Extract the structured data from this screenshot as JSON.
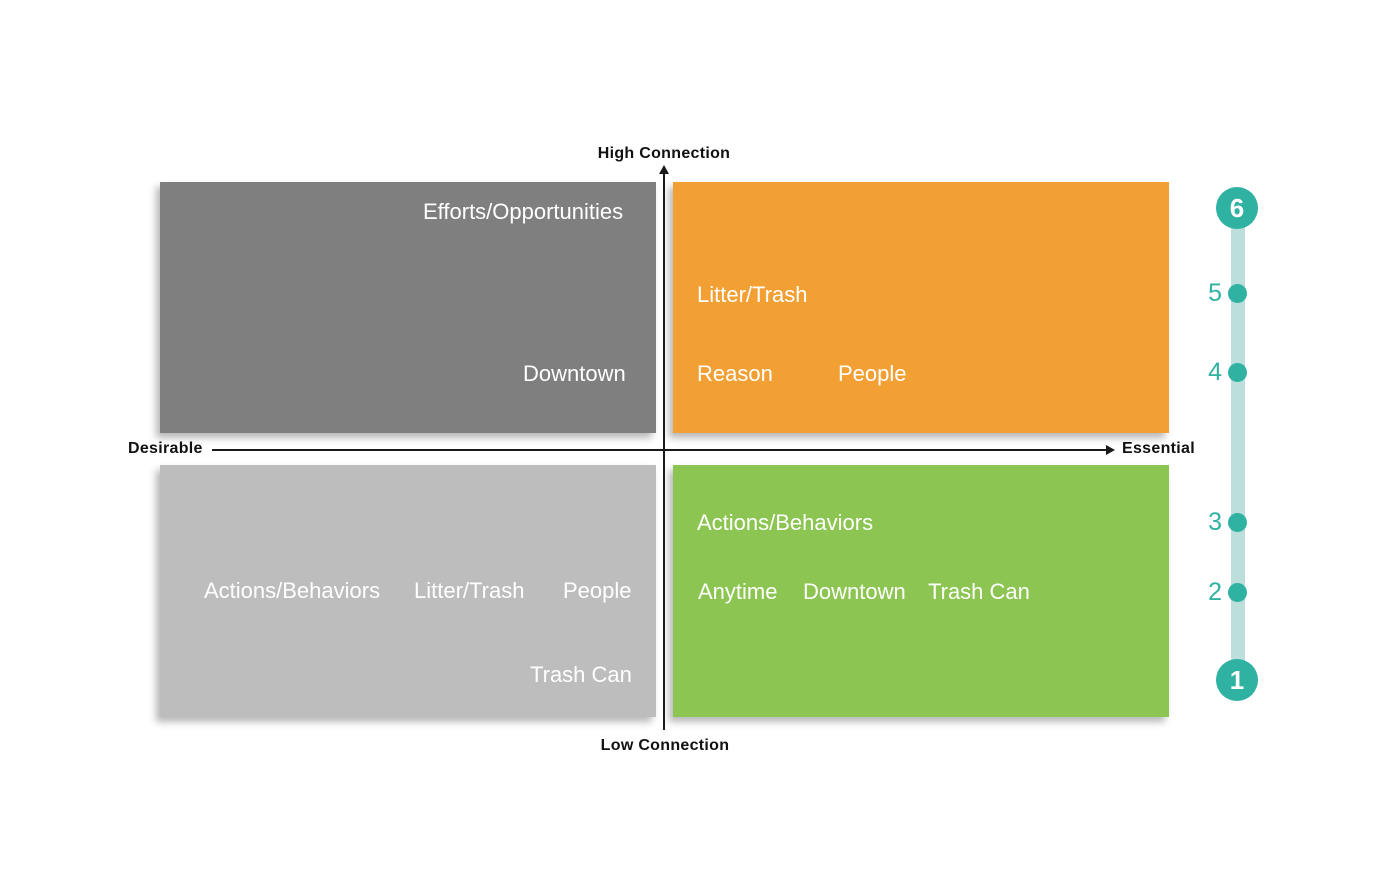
{
  "axes": {
    "top_label": "High Connection",
    "bottom_label": "Low Connection",
    "left_label": "Desirable",
    "right_label": "Essential"
  },
  "quadrants": {
    "top_left": {
      "color": "#7F7F7F",
      "items": [
        "Efforts/Opportunities",
        "Downtown"
      ]
    },
    "top_right": {
      "color": "#F29F33",
      "items": [
        "Litter/Trash",
        "Reason",
        "People"
      ]
    },
    "bottom_left": {
      "color": "#BDBDBD",
      "items": [
        "Actions/Behaviors",
        "Litter/Trash",
        "People",
        "Trash Can"
      ]
    },
    "bottom_right": {
      "color": "#8CC551",
      "items": [
        "Actions/Behaviors",
        "Anytime",
        "Downtown",
        "Trash Can"
      ]
    }
  },
  "scale": {
    "accent_color": "#2FB2A2",
    "track_color": "#BDDFDB",
    "points": [
      {
        "value": "6",
        "marker": "large"
      },
      {
        "value": "5",
        "marker": "small"
      },
      {
        "value": "4",
        "marker": "small"
      },
      {
        "value": "3",
        "marker": "small"
      },
      {
        "value": "2",
        "marker": "small"
      },
      {
        "value": "1",
        "marker": "large"
      }
    ]
  }
}
